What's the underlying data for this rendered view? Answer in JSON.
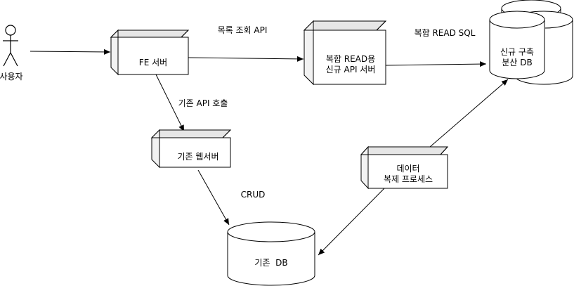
{
  "colors": {
    "stroke": "#000000",
    "box_front": "#ffffff",
    "box_side": "#f2f2f2",
    "box_top": "#e6e6e6"
  },
  "actor": {
    "label": "사용자",
    "icon": "person-stick-figure-icon"
  },
  "nodes": {
    "fe_server": {
      "label": "FE 서버"
    },
    "composite_api": {
      "line1": "복합 READ용",
      "line2": "신규 API 서버"
    },
    "new_db": {
      "line1": "신규 구축",
      "line2": "분산 DB"
    },
    "legacy_web": {
      "label": "기존 웹서버"
    },
    "replication": {
      "line1": "데이터",
      "line2": "복제 프로세스"
    },
    "legacy_db": {
      "label": "기존  DB"
    }
  },
  "edges": {
    "list_api": "목록 조회 API",
    "composite_sql": "복합 READ SQL",
    "legacy_api_call": "기존 API 호출",
    "crud": "CRUD"
  }
}
